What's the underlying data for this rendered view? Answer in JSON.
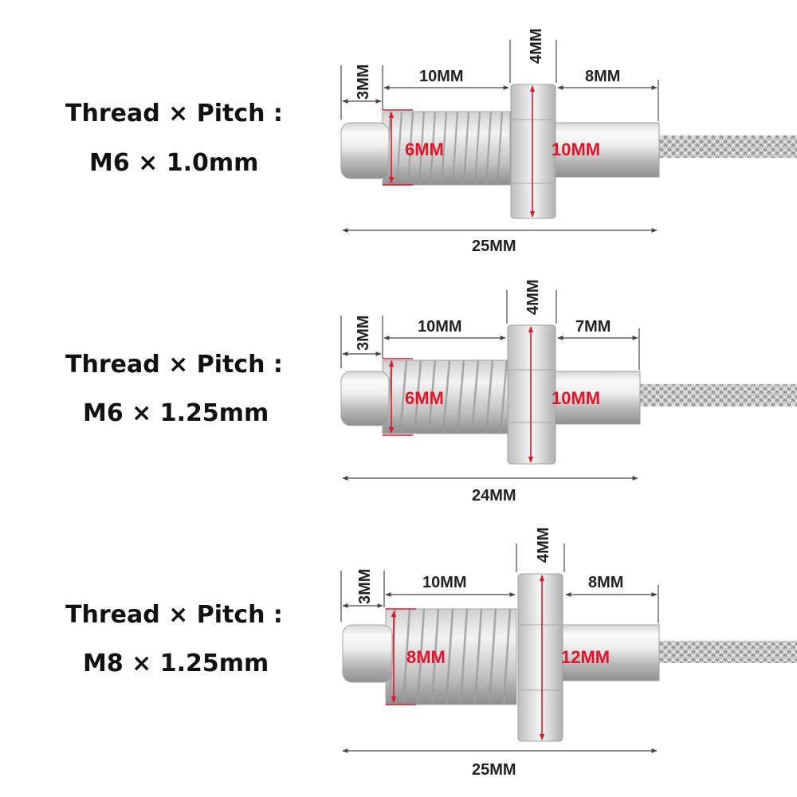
{
  "colors": {
    "accent_red": "#e0152a",
    "text": "#111111",
    "metal_light": "#f4f4f4",
    "metal_dark": "#9a9a9a",
    "dimension_line": "#444444"
  },
  "sensors": [
    {
      "title_line1": "Thread  × Pitch :",
      "title_line2": "M6 × 1.0mm",
      "tip_label": "3MM",
      "thread_length_label": "10MM",
      "nut_label": "4MM",
      "sleeve_length_label": "8MM",
      "total_length_label": "25MM",
      "thread_diameter_label": "6MM",
      "sleeve_diameter_label": "10MM"
    },
    {
      "title_line1": "Thread  × Pitch :",
      "title_line2": "M6 × 1.25mm",
      "tip_label": "3MM",
      "thread_length_label": "10MM",
      "nut_label": "4MM",
      "sleeve_length_label": "7MM",
      "total_length_label": "24MM",
      "thread_diameter_label": "6MM",
      "sleeve_diameter_label": "10MM"
    },
    {
      "title_line1": "Thread  × Pitch :",
      "title_line2": "M8 × 1.25mm",
      "tip_label": "3MM",
      "thread_length_label": "10MM",
      "nut_label": "4MM",
      "sleeve_length_label": "8MM",
      "total_length_label": "25MM",
      "thread_diameter_label": "8MM",
      "sleeve_diameter_label": "12MM"
    }
  ]
}
